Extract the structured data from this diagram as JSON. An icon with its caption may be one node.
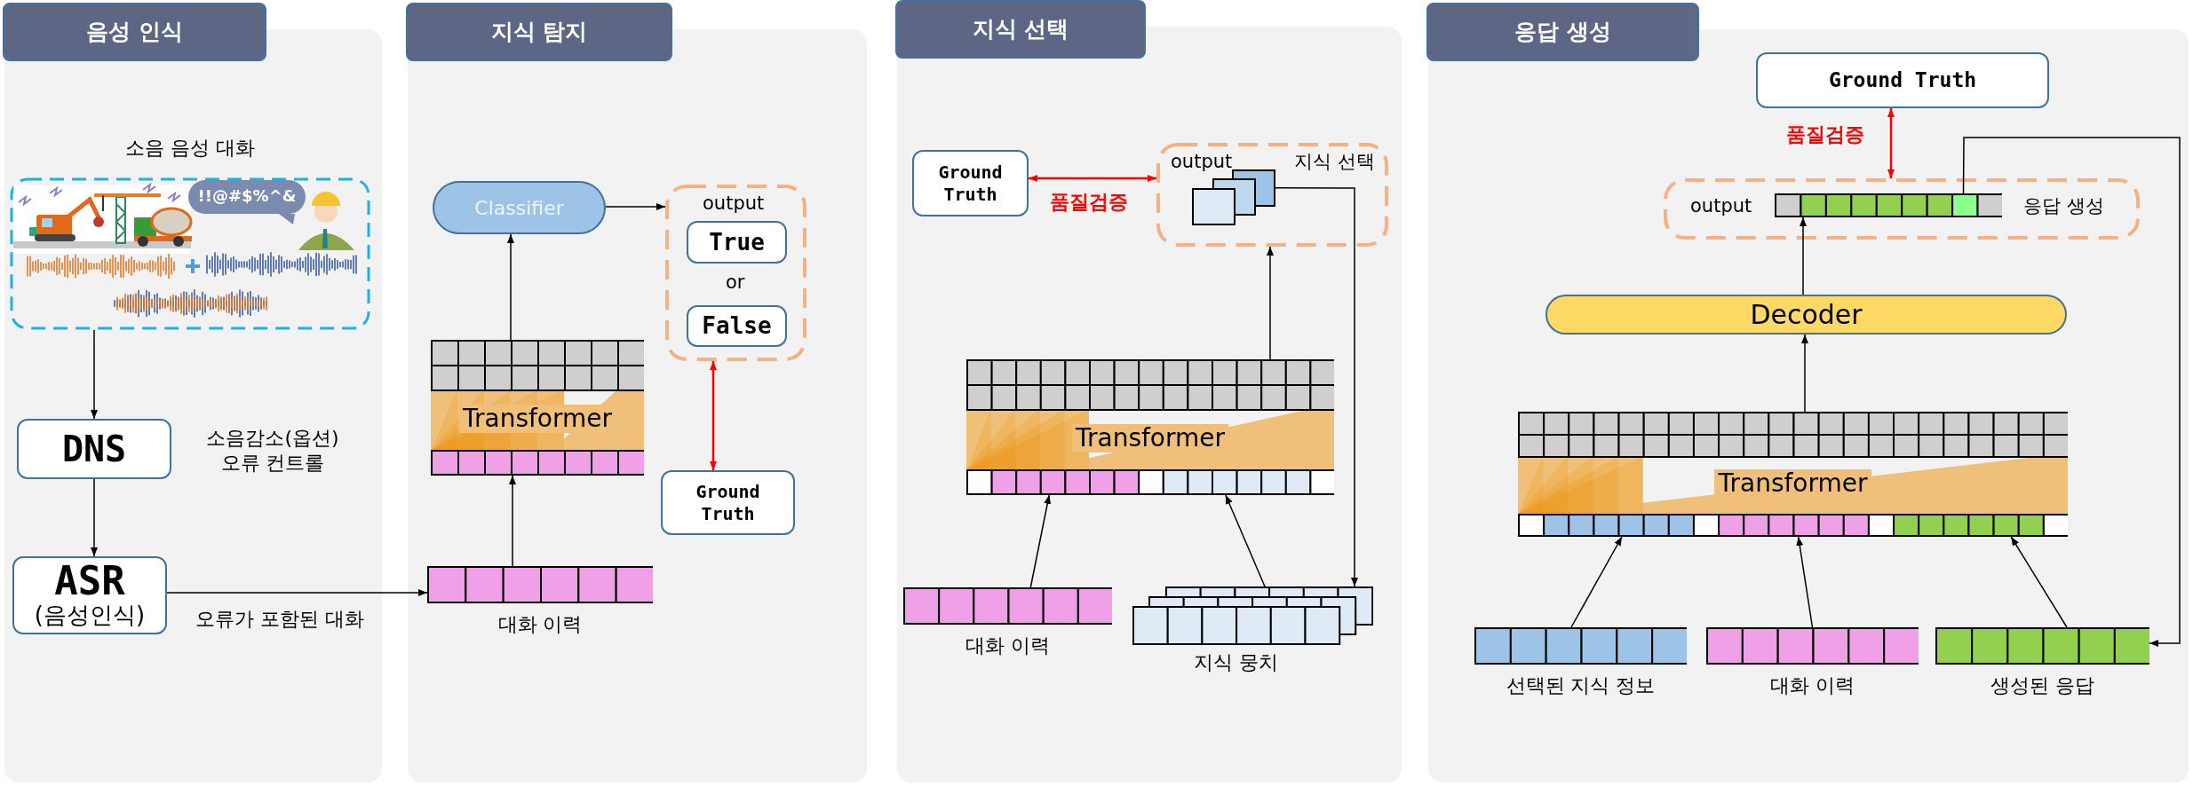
{
  "diagram": {
    "nodes": [
      {
        "text": [
          "음성 인식"
        ]
      },
      {
        "text": [
          "소음 음성 대화"
        ],
        "in": 0
      },
      {
        "text": [
          "!!@#$%^&"
        ],
        "in": 1
      },
      {
        "text": [
          "DNS"
        ],
        "in": 0,
        "beside": [
          "소음감소(옵션) 오류 컨트롤"
        ]
      },
      {
        "text": [
          "ASR",
          "(음성인식)"
        ],
        "in": 0
      },
      {
        "text": [
          "지식 탐지"
        ]
      },
      {
        "text": [
          "Classifier"
        ],
        "in": 5
      },
      {
        "text": [
          "output",
          "or"
        ],
        "in": 5
      },
      {
        "text": [
          "True"
        ],
        "in": 7
      },
      {
        "text": [
          "False"
        ],
        "in": 7
      },
      {
        "text": [
          "Ground Truth"
        ],
        "in": 5
      },
      {
        "text": [
          "Transformer"
        ],
        "in": 5
      },
      {
        "text": [
          "대화 이력"
        ],
        "in": 5
      },
      {
        "text": [
          "지식 선택"
        ]
      },
      {
        "text": [
          "Ground Truth"
        ],
        "in": 13
      },
      {
        "text": [
          "output",
          "지식 선택"
        ],
        "in": 13
      },
      {
        "text": [],
        "shape": "box",
        "in": 15
      },
      {
        "text": [
          "Transformer"
        ],
        "in": 13
      },
      {
        "text": [
          "대화 이력"
        ],
        "in": 13
      },
      {
        "text": [
          "지식 뭉치"
        ],
        "in": 13
      },
      {
        "text": [
          "응답 생성"
        ]
      },
      {
        "text": [
          "Ground Truth"
        ],
        "in": 20
      },
      {
        "text": [
          "output",
          "응답 생성"
        ],
        "in": 20
      },
      {
        "text": [],
        "shape": "bar",
        "in": 22
      },
      {
        "text": [
          "Decoder"
        ],
        "in": 20
      },
      {
        "text": [
          "Transformer"
        ],
        "in": 20
      },
      {
        "text": [
          "선택된 지식 정보"
        ],
        "in": 20
      },
      {
        "text": [
          "대화 이력"
        ],
        "in": 20
      },
      {
        "text": [
          "생성된 응답"
        ],
        "in": 20
      }
    ],
    "edges": [
      {
        "from": 1,
        "to": 3,
        "arrow": "to"
      },
      {
        "from": 3,
        "to": 4,
        "arrow": "to"
      },
      {
        "from": 4,
        "to": 12,
        "arrow": "to",
        "label": "오류가 포함된 대화"
      },
      {
        "from": 12,
        "to": 11,
        "arrow": "to"
      },
      {
        "from": 11,
        "to": 6,
        "arrow": "to"
      },
      {
        "from": 6,
        "to": 7,
        "arrow": "to"
      },
      {
        "from": 7,
        "to": 10,
        "arrow": "both",
        "color": "#ff0000"
      },
      {
        "from": 14,
        "to": 15,
        "arrow": "both",
        "color": "#ff0000",
        "label": "품질검증"
      },
      {
        "from": 17,
        "to": 15,
        "arrow": "to"
      },
      {
        "from": 18,
        "to": 17,
        "arrow": "to"
      },
      {
        "from": 19,
        "to": 17,
        "arrow": "to"
      },
      {
        "from": 16,
        "to": 19,
        "arrow": "to"
      },
      {
        "from": 21,
        "to": 22,
        "arrow": "both",
        "color": "#ff0000",
        "label": "품질검증"
      },
      {
        "from": 24,
        "to": 23,
        "arrow": "to"
      },
      {
        "from": 25,
        "to": 24,
        "arrow": "to"
      },
      {
        "from": 26,
        "to": 25,
        "arrow": "to"
      },
      {
        "from": 27,
        "to": 25,
        "arrow": "to"
      },
      {
        "from": 28,
        "to": 25,
        "arrow": "to"
      },
      {
        "from": 23,
        "to": 28,
        "arrow": "to"
      }
    ]
  }
}
